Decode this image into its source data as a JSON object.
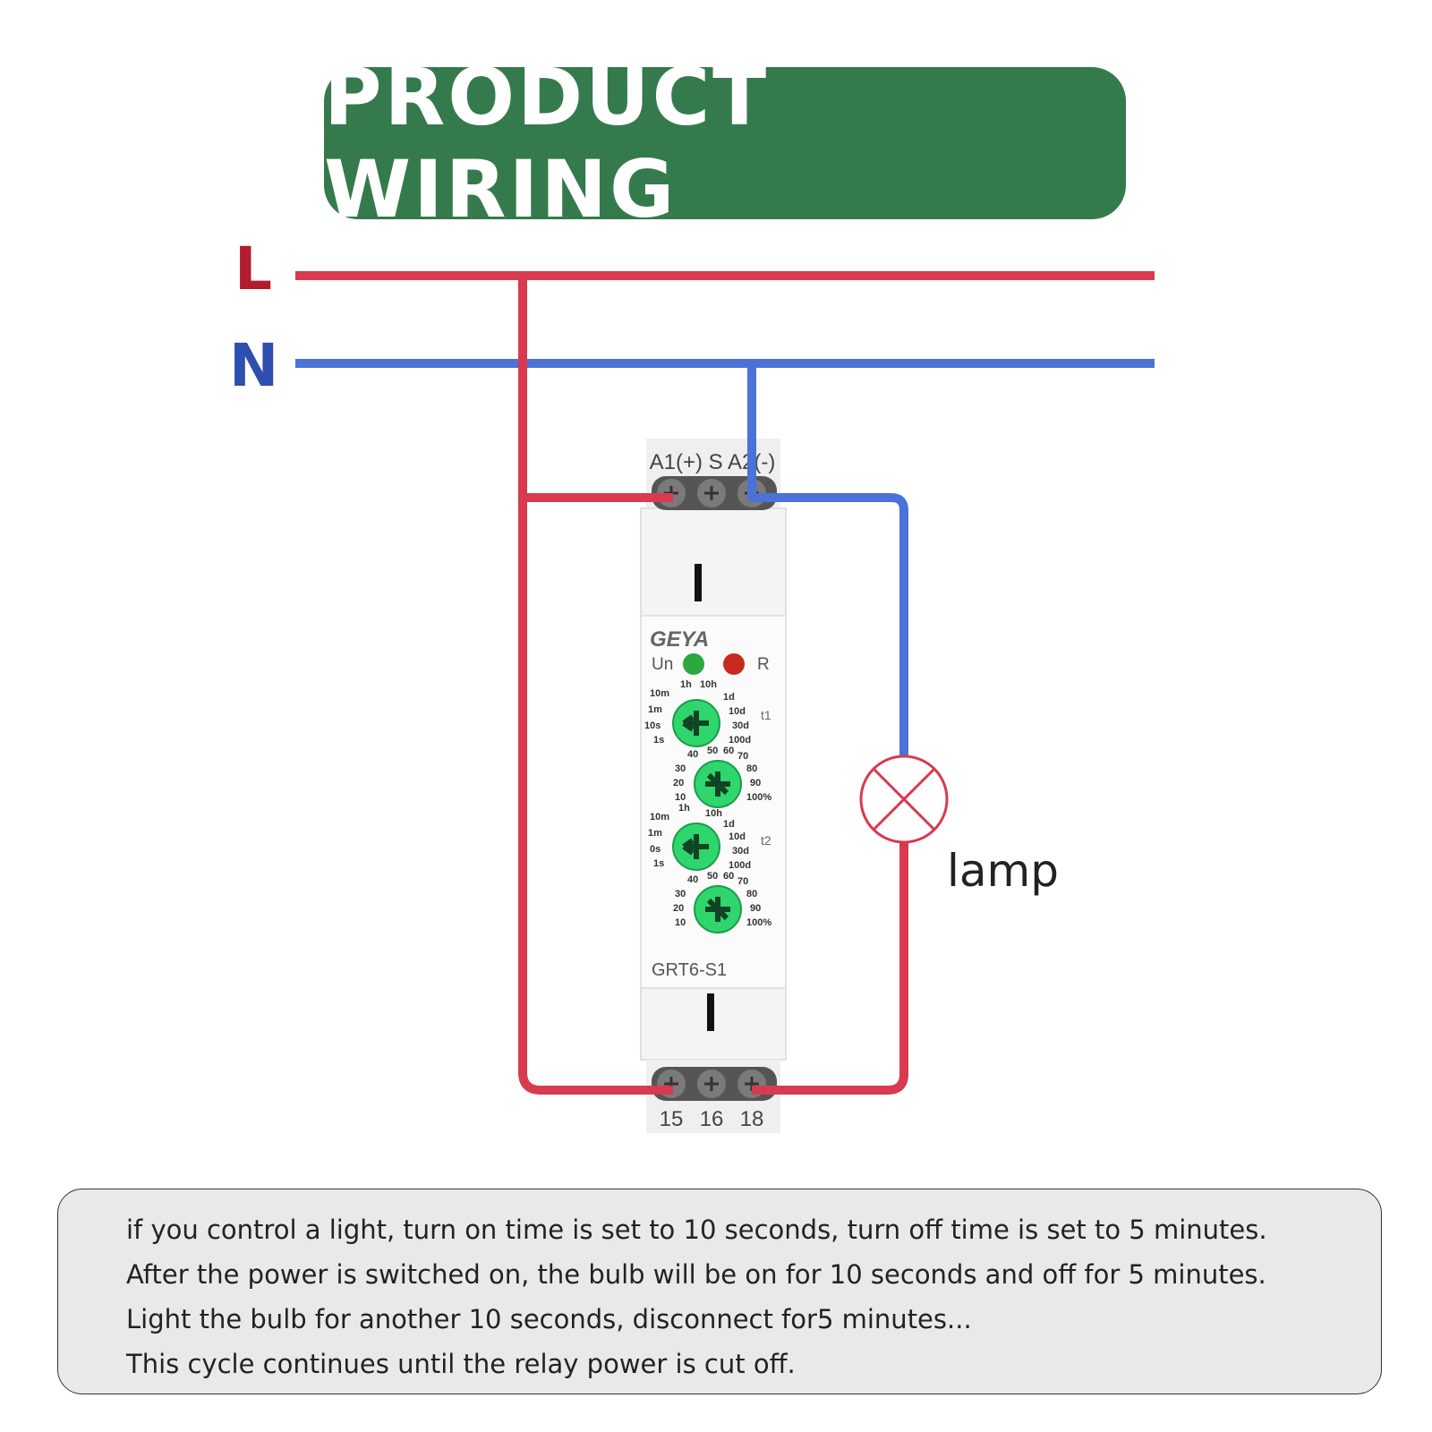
{
  "title": "PRODUCT WIRING",
  "lines": {
    "L": "L",
    "N": "N"
  },
  "device": {
    "brand": "GEYA",
    "model": "GRT6-S1",
    "top_terminals": "A1(+) S A2(-)",
    "bottom_terminals": [
      "15",
      "16",
      "18"
    ],
    "indicators": {
      "power": "Un",
      "relay": "R"
    },
    "knob_t1_label": "t1",
    "knob_t2_label": "t2",
    "time_scale_left": [
      "10m",
      "1m",
      "10s",
      "1s"
    ],
    "time_scale_top": [
      "1h",
      "10h",
      "1d"
    ],
    "time_scale_right": [
      "10d",
      "30d",
      "100d"
    ],
    "time_scale_left_t2": [
      "10m",
      "1m",
      "0s",
      "1s"
    ],
    "percent_scale_left": [
      "30",
      "20",
      "10"
    ],
    "percent_scale_top": [
      "40",
      "50",
      "60",
      "70"
    ],
    "percent_scale_right": [
      "80",
      "90",
      "100%"
    ]
  },
  "lamp_label": "lamp",
  "colors": {
    "live": "#d83a50",
    "neutral": "#4a72d8",
    "banner": "#357a4c",
    "knob": "#2fd66e"
  },
  "notes": [
    "if you control a light, turn on time is set to 10 seconds, turn off time is set to 5 minutes.",
    "After the power is switched on, the bulb will be on for 10 seconds and off for 5 minutes.",
    "Light the bulb for another 10 seconds, disconnect for5 minutes...",
    "This cycle continues until the relay power is cut off."
  ]
}
